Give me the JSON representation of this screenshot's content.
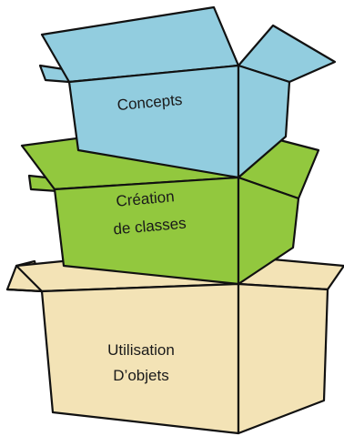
{
  "boxes": [
    {
      "id": "bottom",
      "label_lines": [
        "Utilisation",
        "D’objets"
      ],
      "fill": "#f3e3b6"
    },
    {
      "id": "middle",
      "label_lines": [
        "Création",
        "de classes"
      ],
      "fill": "#92c83e"
    },
    {
      "id": "top",
      "label_lines": [
        "Concepts"
      ],
      "fill": "#92cddf"
    }
  ],
  "colors": {
    "outline": "#111111",
    "background": "#ffffff"
  }
}
